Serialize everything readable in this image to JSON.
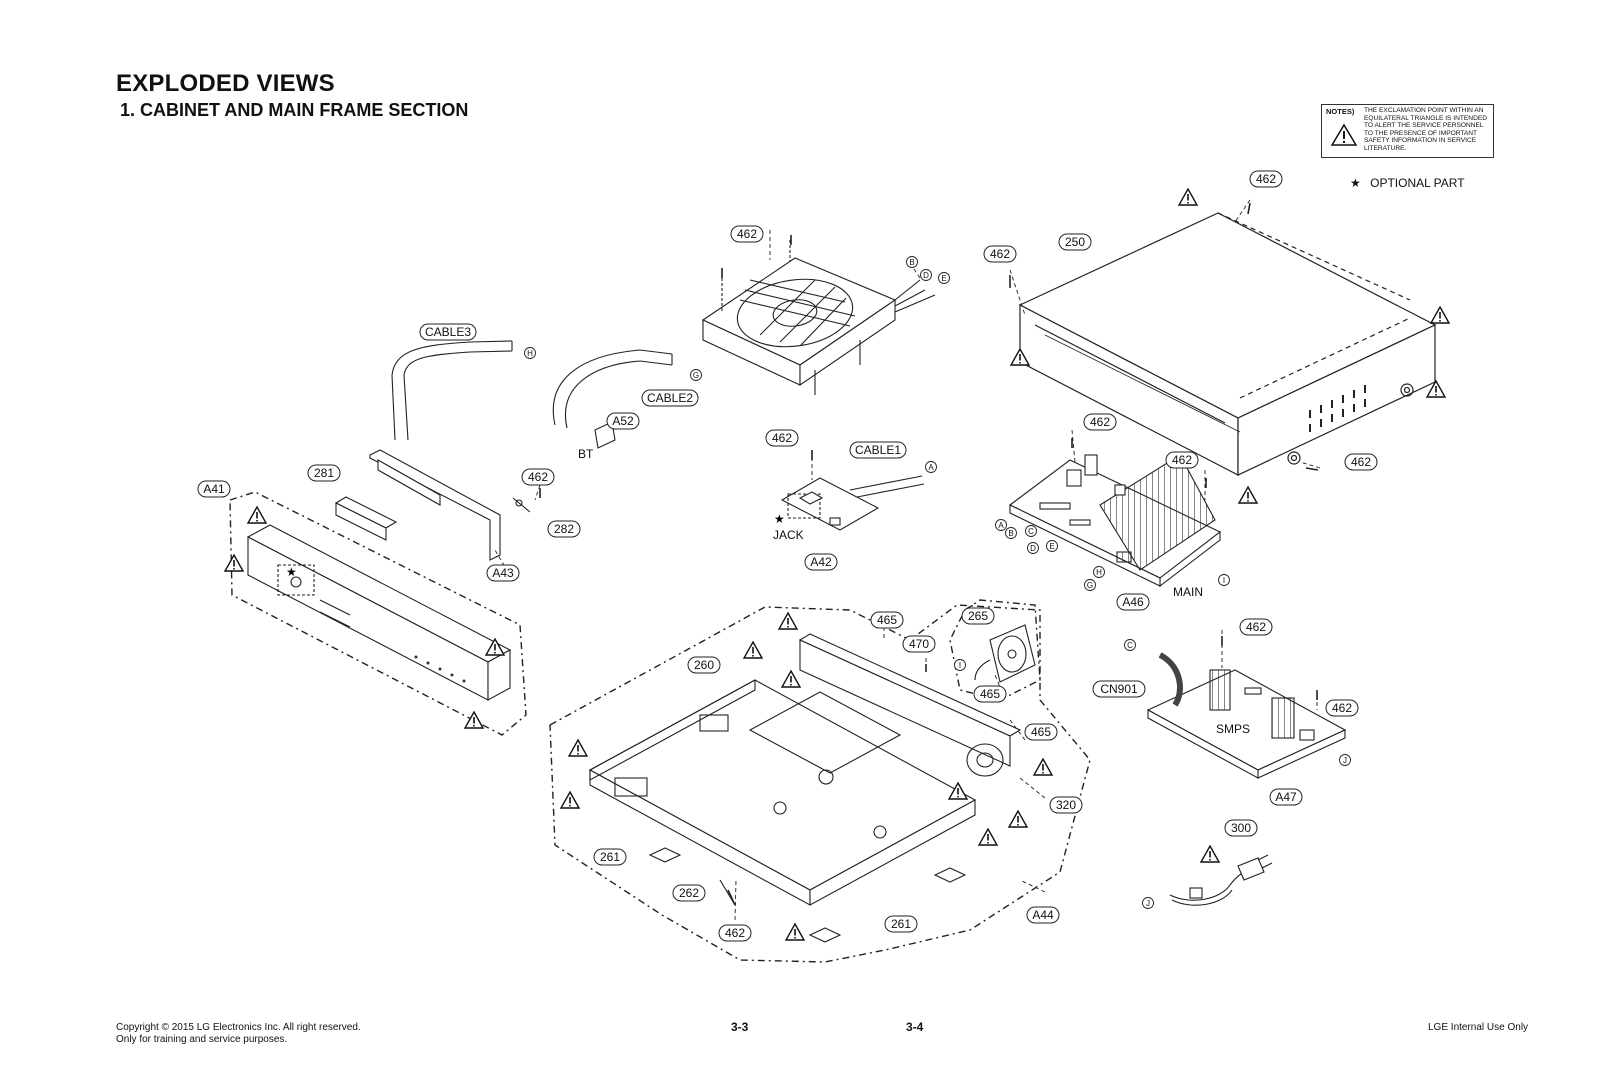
{
  "header": {
    "title": "EXPLODED VIEWS",
    "subtitle": "1. CABINET AND MAIN FRAME SECTION"
  },
  "notes": {
    "label": "NOTES)",
    "text": "THE EXCLAMATION POINT WITHIN AN EQUILATERAL TRIANGLE IS INTENDED TO ALERT THE SERVICE PERSONNEL TO THE PRESENCE OF IMPORTANT SAFETY INFORMATION IN SERVICE LITERATURE."
  },
  "legend": {
    "optional_part": "OPTIONAL PART"
  },
  "footer": {
    "copyright": "Copyright © 2015 LG Electronics Inc. All right reserved.",
    "training": "Only for training and service purposes.",
    "page_left": "3-3",
    "page_right": "3-4",
    "internal": "LGE Internal Use Only"
  },
  "part_labels": {
    "p250": "250",
    "p462": "462",
    "p281": "281",
    "p282": "282",
    "p260": "260",
    "p261": "261",
    "p262": "262",
    "p265": "265",
    "p300": "300",
    "p320": "320",
    "p465": "465",
    "p470": "470",
    "a41": "A41",
    "a42": "A42",
    "a43": "A43",
    "a44": "A44",
    "a46": "A46",
    "a47": "A47",
    "a52": "A52",
    "cable1": "CABLE1",
    "cable2": "CABLE2",
    "cable3": "CABLE3",
    "cn901": "CN901"
  },
  "plain_labels": {
    "bt": "BT",
    "jack": "JACK",
    "main": "MAIN",
    "smps": "SMPS"
  },
  "connector_refs": {
    "a": "A",
    "b": "B",
    "c": "C",
    "d": "D",
    "e": "E",
    "g": "G",
    "h": "H",
    "i": "I",
    "j": "J"
  }
}
